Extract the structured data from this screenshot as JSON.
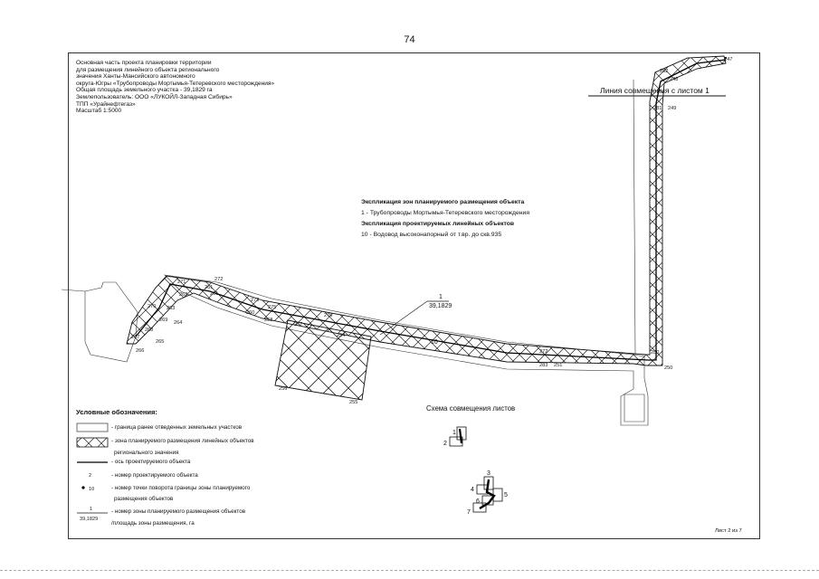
{
  "page_number": "74",
  "header": {
    "lines": [
      "Основная часть проекта планировки территории",
      "для размещения линейного объекта регионального",
      "значения Ханты-Мансийского автономного",
      "округа-Югры «Трубопроводы Мортымья-Тетеревского месторождения»",
      "Общая площадь земельного участка - 39,1829 га",
      "Землепользователь: ООО «ЛУКОЙЛ-Западная Сибирь»",
      "ТПП «Урайнефтегаз»",
      "Масштаб 1:5000"
    ]
  },
  "explication": {
    "zones_title": "Экспликация зон планируемого размещения объекта",
    "zone_1": "1 - Трубопроводы Мортымья-Тетеревского месторождения",
    "objects_title": "Экспликация проектируемых линейных объектов",
    "object_10": "10 - Водовод высоконапорный от т.вр. до скв.935"
  },
  "sheet_join_label": "Линия совмещения с листом 1",
  "zone_label": {
    "number": "1",
    "area": "39,1829"
  },
  "object_label": "10",
  "points": {
    "p247": "247",
    "p248": "248",
    "p249": "249",
    "p250": "250",
    "p251": "251",
    "p252": "252",
    "p253": "253",
    "p254": "254",
    "p255": "255",
    "p256": "256",
    "p257": "257",
    "p258": "258",
    "p259": "259",
    "p260": "260",
    "p261": "261",
    "p262": "262",
    "p263": "263",
    "p264": "264",
    "p265": "265",
    "p266": "266",
    "p267": "267",
    "p268": "268",
    "p269": "269",
    "p270": "270",
    "p271": "271",
    "p272": "272",
    "p273": "273",
    "p275": "275",
    "p276": "276",
    "p280": "280",
    "p281": "281",
    "p282": "282",
    "p283": "283"
  },
  "legend": {
    "title": "Условные обозначения:",
    "items": [
      "- граница ранее отведенных земельных участков",
      "- зона планируемого размещения линейных объектов",
      "регионального значения",
      "- ось проектируемого объекта",
      "- номер проектируемого объекта",
      "- номер точки поворота границы зоны планируемого",
      "размещения объектов",
      "- номер зоны планируемого размещения объектов",
      "/площадь зоны размещения, га"
    ],
    "sample_object_number": "2",
    "sample_point_number": "10",
    "sample_zone_number": "1",
    "sample_zone_area": "39,1829"
  },
  "scheme": {
    "title": "Схема совмещения листов",
    "sheets": [
      "1",
      "2",
      "3",
      "4",
      "5",
      "6",
      "7"
    ]
  },
  "sheet_footer": "Лист 2 из 7"
}
